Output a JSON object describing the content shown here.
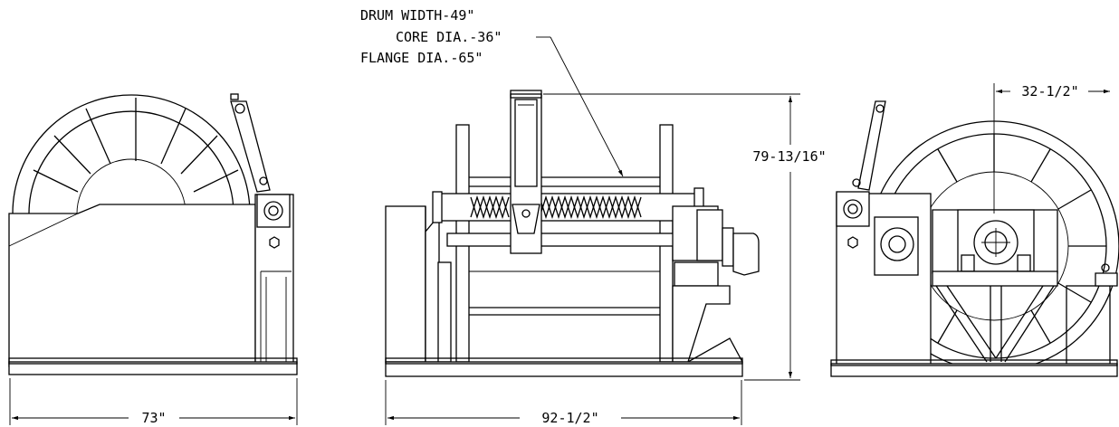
{
  "specs": {
    "drum_width": "DRUM WIDTH-49\"",
    "core_dia": "CORE DIA.-36\"",
    "flange_dia": "FLANGE DIA.-65\""
  },
  "dimensions": {
    "left_width": "73\"",
    "front_width": "92-1/2\"",
    "height": "79-13/16\"",
    "right_offset": "32-1/2\""
  }
}
